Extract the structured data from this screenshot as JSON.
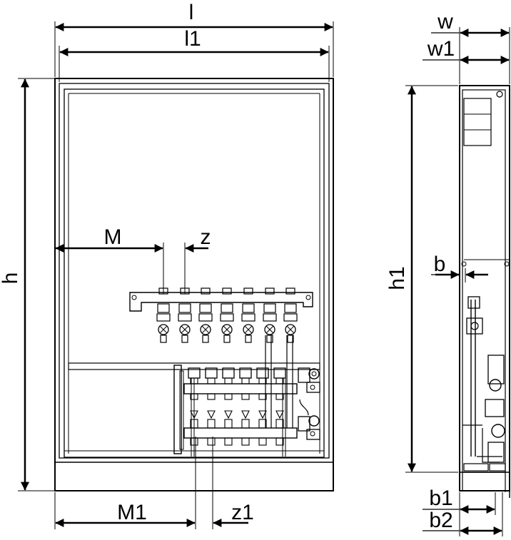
{
  "labels": {
    "l": "l",
    "l1": "l1",
    "w": "w",
    "w1": "w1",
    "h": "h",
    "h1": "h1",
    "M": "M",
    "z": "z",
    "b": "b",
    "M1": "M1",
    "z1": "z1",
    "b1": "b1",
    "b2": "b2"
  }
}
